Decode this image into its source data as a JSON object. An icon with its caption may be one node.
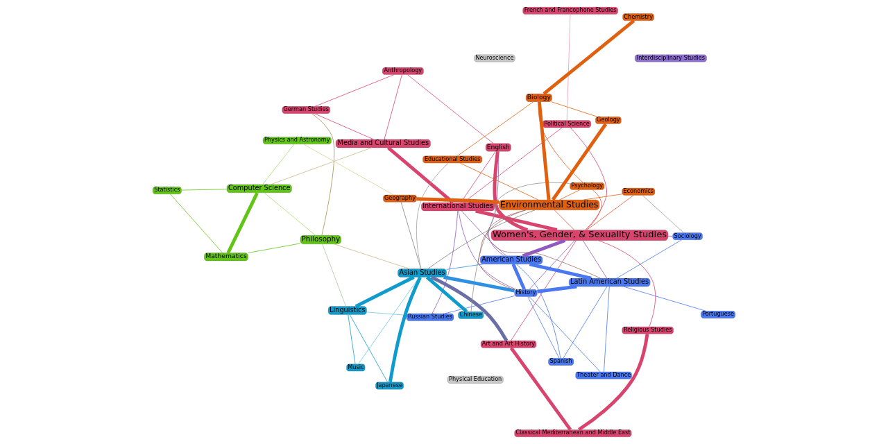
{
  "diagram": {
    "nodes": [
      {
        "text": [
          "German Studies"
        ]
      },
      {
        "text": [
          "Music"
        ]
      },
      {
        "text": [
          "Philosophy"
        ]
      },
      {
        "text": [
          "Anthropology"
        ]
      },
      {
        "text": [
          "Mathematics"
        ]
      },
      {
        "text": [
          "French and Francophone Studies"
        ]
      },
      {
        "text": [
          "Media and Cultural Studies"
        ]
      },
      {
        "text": [
          "Statistics"
        ]
      },
      {
        "text": [
          "Computer Science"
        ]
      },
      {
        "text": [
          "English"
        ]
      },
      {
        "text": [
          "International Studies"
        ]
      },
      {
        "text": [
          "Religious Studies"
        ]
      },
      {
        "text": [
          "Russian Studies"
        ]
      },
      {
        "text": [
          "Classical Mediterranean and Middle East"
        ]
      },
      {
        "text": [
          "Linguistics"
        ]
      },
      {
        "text": [
          "Art and Art History"
        ]
      },
      {
        "text": [
          "Political Science"
        ]
      },
      {
        "text": [
          "Physics and Astronomy"
        ]
      },
      {
        "text": [
          "Women's, Gender, & Sexuality Studies"
        ]
      },
      {
        "text": [
          "Japanese"
        ]
      },
      {
        "text": [
          "Asian Studies"
        ]
      },
      {
        "text": [
          "American Studies"
        ]
      },
      {
        "text": [
          "Chinese"
        ]
      },
      {
        "text": [
          "Physical Education"
        ]
      },
      {
        "text": [
          "History"
        ]
      },
      {
        "text": [
          "Spanish"
        ]
      },
      {
        "text": [
          "Interdisciplinary Studies"
        ]
      },
      {
        "text": [
          "Theater and Dance"
        ]
      },
      {
        "text": [
          "Latin American Studies"
        ]
      },
      {
        "text": [
          "Neuroscience"
        ]
      },
      {
        "text": [
          "Geography"
        ]
      },
      {
        "text": [
          "Sociology"
        ]
      },
      {
        "text": [
          "Educational Studies"
        ]
      },
      {
        "text": [
          "Environmental Studies"
        ]
      },
      {
        "text": [
          "Chemistry"
        ]
      },
      {
        "text": [
          "Biology"
        ]
      },
      {
        "text": [
          "Portuguese"
        ]
      },
      {
        "text": [
          "Economics"
        ]
      },
      {
        "text": [
          "Psychology"
        ]
      },
      {
        "text": [
          "Geology"
        ]
      }
    ],
    "edges": [
      {
        "from": 18,
        "to": 10,
        "arrow": "none",
        "style": "thick",
        "color": "#d9446f"
      },
      {
        "from": 10,
        "to": 6,
        "arrow": "none",
        "style": "thick",
        "color": "#d9446f"
      },
      {
        "from": 18,
        "to": 9,
        "arrow": "none",
        "style": "thick",
        "color": "#d9446f"
      },
      {
        "from": 9,
        "to": 10,
        "arrow": "none",
        "color": "#d9446f"
      },
      {
        "from": 13,
        "to": 15,
        "arrow": "none",
        "style": "thick",
        "color": "#d9446f"
      },
      {
        "from": 13,
        "to": 11,
        "arrow": "none",
        "style": "thick",
        "color": "#d9446f"
      },
      {
        "from": 11,
        "to": 18,
        "arrow": "none",
        "color": "#d9446f"
      },
      {
        "from": 15,
        "to": 18,
        "arrow": "none",
        "color": "#d9446f"
      },
      {
        "from": 3,
        "to": 6,
        "arrow": "none",
        "color": "#d9446f"
      },
      {
        "from": 3,
        "to": 9,
        "arrow": "none",
        "color": "#d9446f"
      },
      {
        "from": 0,
        "to": 6,
        "arrow": "none",
        "color": "#d9446f"
      },
      {
        "from": 0,
        "to": 3,
        "arrow": "none",
        "color": "#d9446f"
      },
      {
        "from": 5,
        "to": 16,
        "arrow": "none",
        "color": "#f19ab5"
      },
      {
        "from": 10,
        "to": 16,
        "arrow": "none",
        "color": "#d9446f"
      },
      {
        "from": 18,
        "to": 16,
        "arrow": "none",
        "color": "#d9446f"
      },
      {
        "from": 15,
        "to": 20,
        "arrow": "none",
        "style": "thick",
        "color": "#6b6fa8"
      },
      {
        "from": 18,
        "to": 21,
        "arrow": "none",
        "style": "thick",
        "color": "#9058c0"
      },
      {
        "from": 18,
        "to": 24,
        "arrow": "none",
        "color": "#9058c0"
      },
      {
        "from": 10,
        "to": 21,
        "arrow": "none",
        "color": "#9058c0"
      },
      {
        "from": 10,
        "to": 24,
        "arrow": "none",
        "color": "#9058c0"
      },
      {
        "from": 10,
        "to": 12,
        "arrow": "none",
        "color": "#9058c0"
      },
      {
        "from": 9,
        "to": 21,
        "arrow": "none",
        "color": "#9058c0"
      },
      {
        "from": 18,
        "to": 31,
        "arrow": "none",
        "color": "#9058c0"
      },
      {
        "from": 18,
        "to": 28,
        "arrow": "none",
        "color": "#9058c0"
      },
      {
        "from": 12,
        "to": 24,
        "arrow": "none",
        "color": "#4a78f0"
      },
      {
        "from": 21,
        "to": 24,
        "arrow": "none",
        "style": "thick",
        "color": "#4a78f0"
      },
      {
        "from": 21,
        "to": 28,
        "arrow": "none",
        "style": "thick",
        "color": "#4a78f0"
      },
      {
        "from": 28,
        "to": 24,
        "arrow": "none",
        "style": "thick",
        "color": "#4a78f0"
      },
      {
        "from": 21,
        "to": 25,
        "arrow": "none",
        "color": "#4a78f0"
      },
      {
        "from": 25,
        "to": 28,
        "arrow": "none",
        "color": "#4a78f0"
      },
      {
        "from": 25,
        "to": 24,
        "arrow": "none",
        "color": "#4a78f0"
      },
      {
        "from": 27,
        "to": 28,
        "arrow": "none",
        "color": "#4a78f0"
      },
      {
        "from": 27,
        "to": 24,
        "arrow": "none",
        "color": "#4a78f0"
      },
      {
        "from": 31,
        "to": 28,
        "arrow": "none",
        "color": "#4a78f0"
      },
      {
        "from": 36,
        "to": 28,
        "arrow": "none",
        "color": "#4a78f0"
      },
      {
        "from": 24,
        "to": 20,
        "arrow": "none",
        "style": "thick",
        "color": "#2f8fe0"
      },
      {
        "from": 21,
        "to": 20,
        "arrow": "none",
        "color": "#2f8fe0"
      },
      {
        "from": 20,
        "to": 14,
        "arrow": "none",
        "style": "thick",
        "color": "#0f9ccc"
      },
      {
        "from": 20,
        "to": 19,
        "arrow": "none",
        "style": "thick",
        "color": "#0f9ccc"
      },
      {
        "from": 20,
        "to": 22,
        "arrow": "none",
        "style": "thick",
        "color": "#0f9ccc"
      },
      {
        "from": 14,
        "to": 19,
        "arrow": "none",
        "color": "#0f9ccc"
      },
      {
        "from": 1,
        "to": 14,
        "arrow": "none",
        "color": "#0f9ccc"
      },
      {
        "from": 1,
        "to": 20,
        "arrow": "none",
        "color": "#6ac6e8"
      },
      {
        "from": 12,
        "to": 14,
        "arrow": "none",
        "color": "#6ac6e8"
      },
      {
        "from": 2,
        "to": 4,
        "arrow": "none",
        "color": "#62c414"
      },
      {
        "from": 4,
        "to": 8,
        "arrow": "none",
        "style": "thick",
        "color": "#62c414"
      },
      {
        "from": 4,
        "to": 7,
        "arrow": "none",
        "color": "#62c414"
      },
      {
        "from": 8,
        "to": 7,
        "arrow": "none",
        "color": "#62c414"
      },
      {
        "from": 2,
        "to": 8,
        "arrow": "none",
        "color": "#a6dc70"
      },
      {
        "from": 8,
        "to": 17,
        "arrow": "none",
        "color": "#a6dc70"
      },
      {
        "from": 2,
        "to": 14,
        "arrow": "none",
        "color": "#a6c8a0"
      },
      {
        "from": 2,
        "to": 20,
        "arrow": "none",
        "color": "#c8b888"
      },
      {
        "from": 0,
        "to": 2,
        "arrow": "none",
        "color": "#a89050"
      },
      {
        "from": 6,
        "to": 8,
        "arrow": "none",
        "color": "#c8b888"
      },
      {
        "from": 17,
        "to": 30,
        "arrow": "none",
        "color": "#d8d090"
      },
      {
        "from": 33,
        "to": 35,
        "arrow": "none",
        "style": "thick",
        "color": "#e06010"
      },
      {
        "from": 33,
        "to": 30,
        "arrow": "none",
        "style": "thick",
        "color": "#e06010"
      },
      {
        "from": 33,
        "to": 39,
        "arrow": "none",
        "style": "thick",
        "color": "#e06010"
      },
      {
        "from": 35,
        "to": 34,
        "arrow": "none",
        "style": "thick",
        "color": "#e06010"
      },
      {
        "from": 33,
        "to": 32,
        "arrow": "none",
        "color": "#e06010"
      },
      {
        "from": 35,
        "to": 32,
        "arrow": "none",
        "color": "#e06010"
      },
      {
        "from": 33,
        "to": 37,
        "arrow": "none",
        "color": "#e06010"
      },
      {
        "from": 38,
        "to": 35,
        "arrow": "none",
        "color": "#e06010"
      },
      {
        "from": 38,
        "to": 33,
        "arrow": "none",
        "color": "#e06010"
      },
      {
        "from": 39,
        "to": 35,
        "arrow": "none",
        "color": "#e06010"
      },
      {
        "from": 10,
        "to": 33,
        "arrow": "none",
        "color": "#e05a3a"
      },
      {
        "from": 18,
        "to": 33,
        "arrow": "none",
        "color": "#e05a3a"
      },
      {
        "from": 24,
        "to": 33,
        "arrow": "none",
        "color": "#a06060"
      },
      {
        "from": 28,
        "to": 33,
        "arrow": "none",
        "color": "#a07070"
      },
      {
        "from": 20,
        "to": 30,
        "arrow": "none",
        "color": "#808080"
      },
      {
        "from": 20,
        "to": 33,
        "arrow": "none",
        "color": "#808080"
      },
      {
        "from": 22,
        "to": 38,
        "arrow": "none",
        "color": "#909090"
      },
      {
        "from": 18,
        "to": 37,
        "arrow": "none",
        "color": "#e05a3a"
      },
      {
        "from": 18,
        "to": 38,
        "arrow": "none",
        "color": "#e05a3a"
      },
      {
        "from": 31,
        "to": 37,
        "arrow": "none",
        "color": "#b09090"
      },
      {
        "from": 20,
        "to": 32,
        "arrow": "none",
        "color": "#a0a0a0"
      }
    ]
  }
}
